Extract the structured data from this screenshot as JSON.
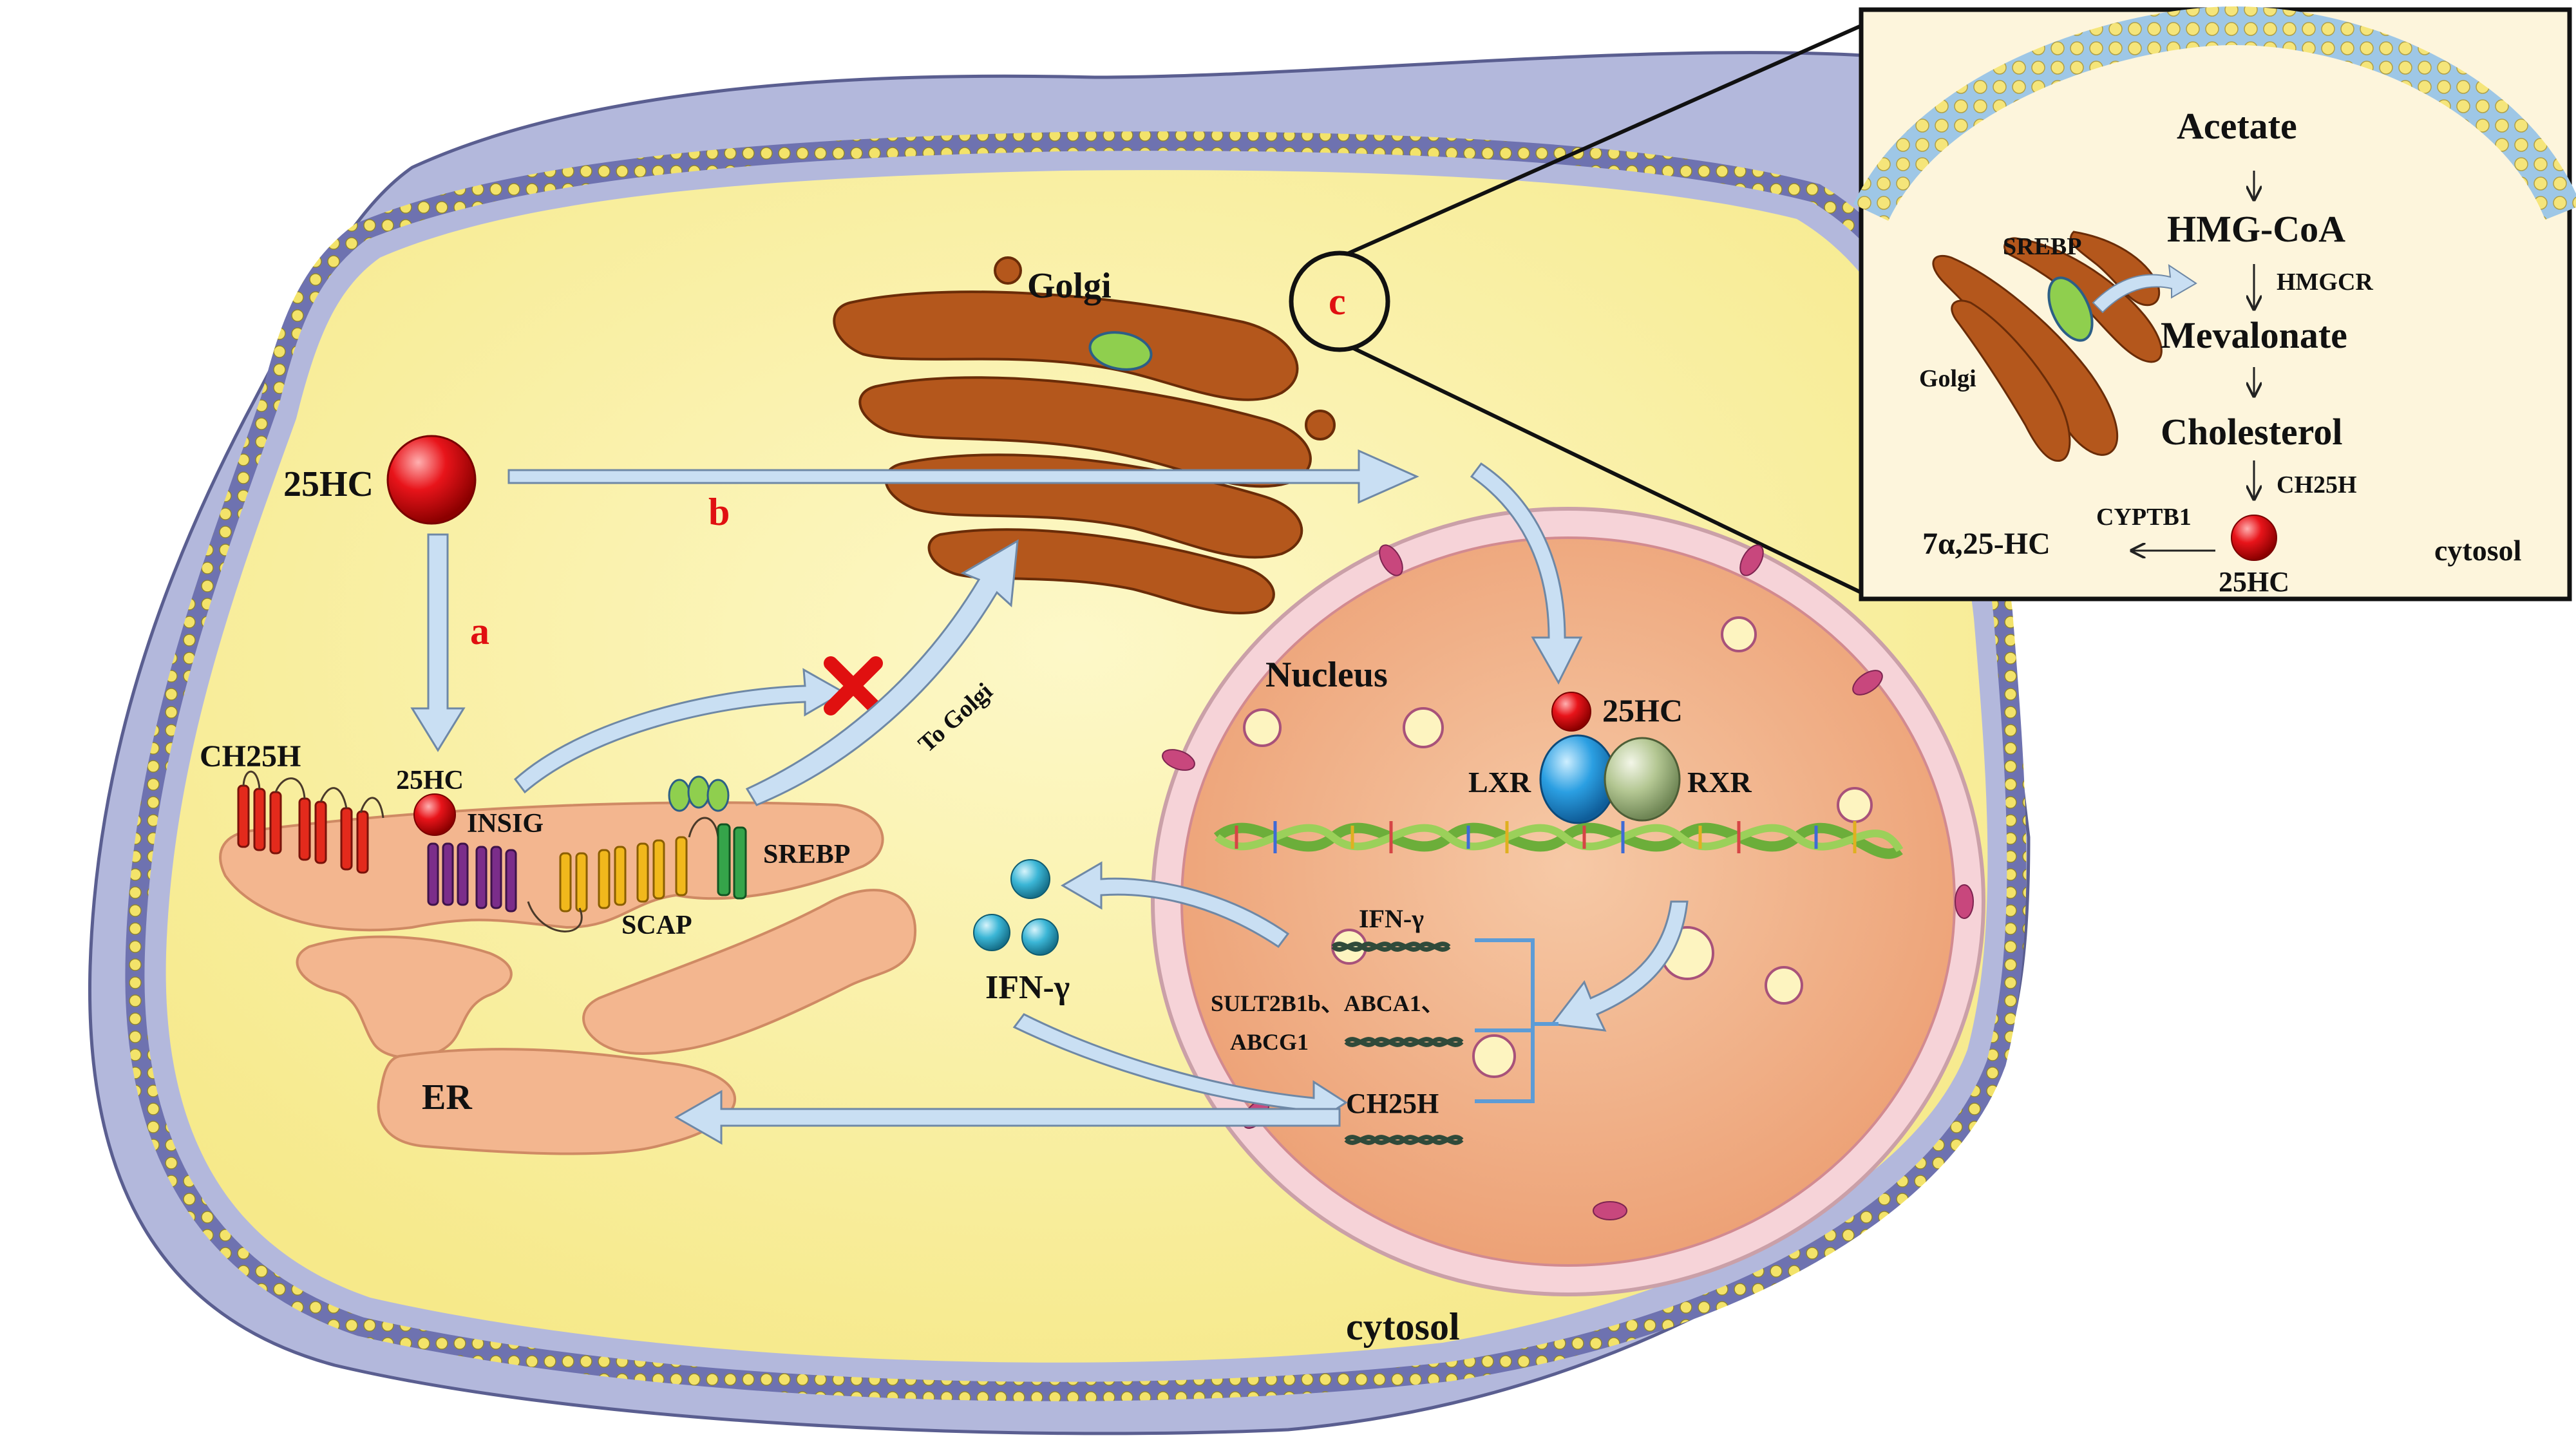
{
  "labels": {
    "golgi": "Golgi",
    "c_marker": "c",
    "hc25_main": "25HC",
    "b_marker": "b",
    "a_marker": "a",
    "ch25h_membrane": "CH25H",
    "hc25_er": "25HC",
    "insig": "INSIG",
    "srebp": "SREBP",
    "scap": "SCAP",
    "to_golgi": "To Golgi",
    "nucleus": "Nucleus",
    "hc25_nucleus": "25HC",
    "lxr": "LXR",
    "rxr": "RXR",
    "ifn_gene": "IFN-γ",
    "sult_abca1": "SULT2B1b、ABCA1、",
    "abcg1": "ABCG1",
    "ch25h_gene": "CH25H",
    "ifn_cyto": "IFN-γ",
    "er": "ER",
    "cytosol_main": "cytosol"
  },
  "inset": {
    "acetate": "Acetate",
    "hmgcoa": "HMG-CoA",
    "hmgcr": "HMGCR",
    "srebp": "SREBP",
    "golgi": "Golgi",
    "mevalonate": "Mevalonate",
    "cholesterol": "Cholesterol",
    "ch25h": "CH25H",
    "cyptb1": "CYPTB1",
    "product": "7α,25-HC",
    "hc25": "25HC",
    "cytosol": "cytosol"
  },
  "colors": {
    "red_marker": "#e01010",
    "cell_outer": "#b3b8dc",
    "cytosol": "#faf1a4",
    "nucleus": "#f2b690",
    "er": "#f3b68f",
    "golgi": "#b4571c",
    "arrow": "#c9dff3"
  }
}
